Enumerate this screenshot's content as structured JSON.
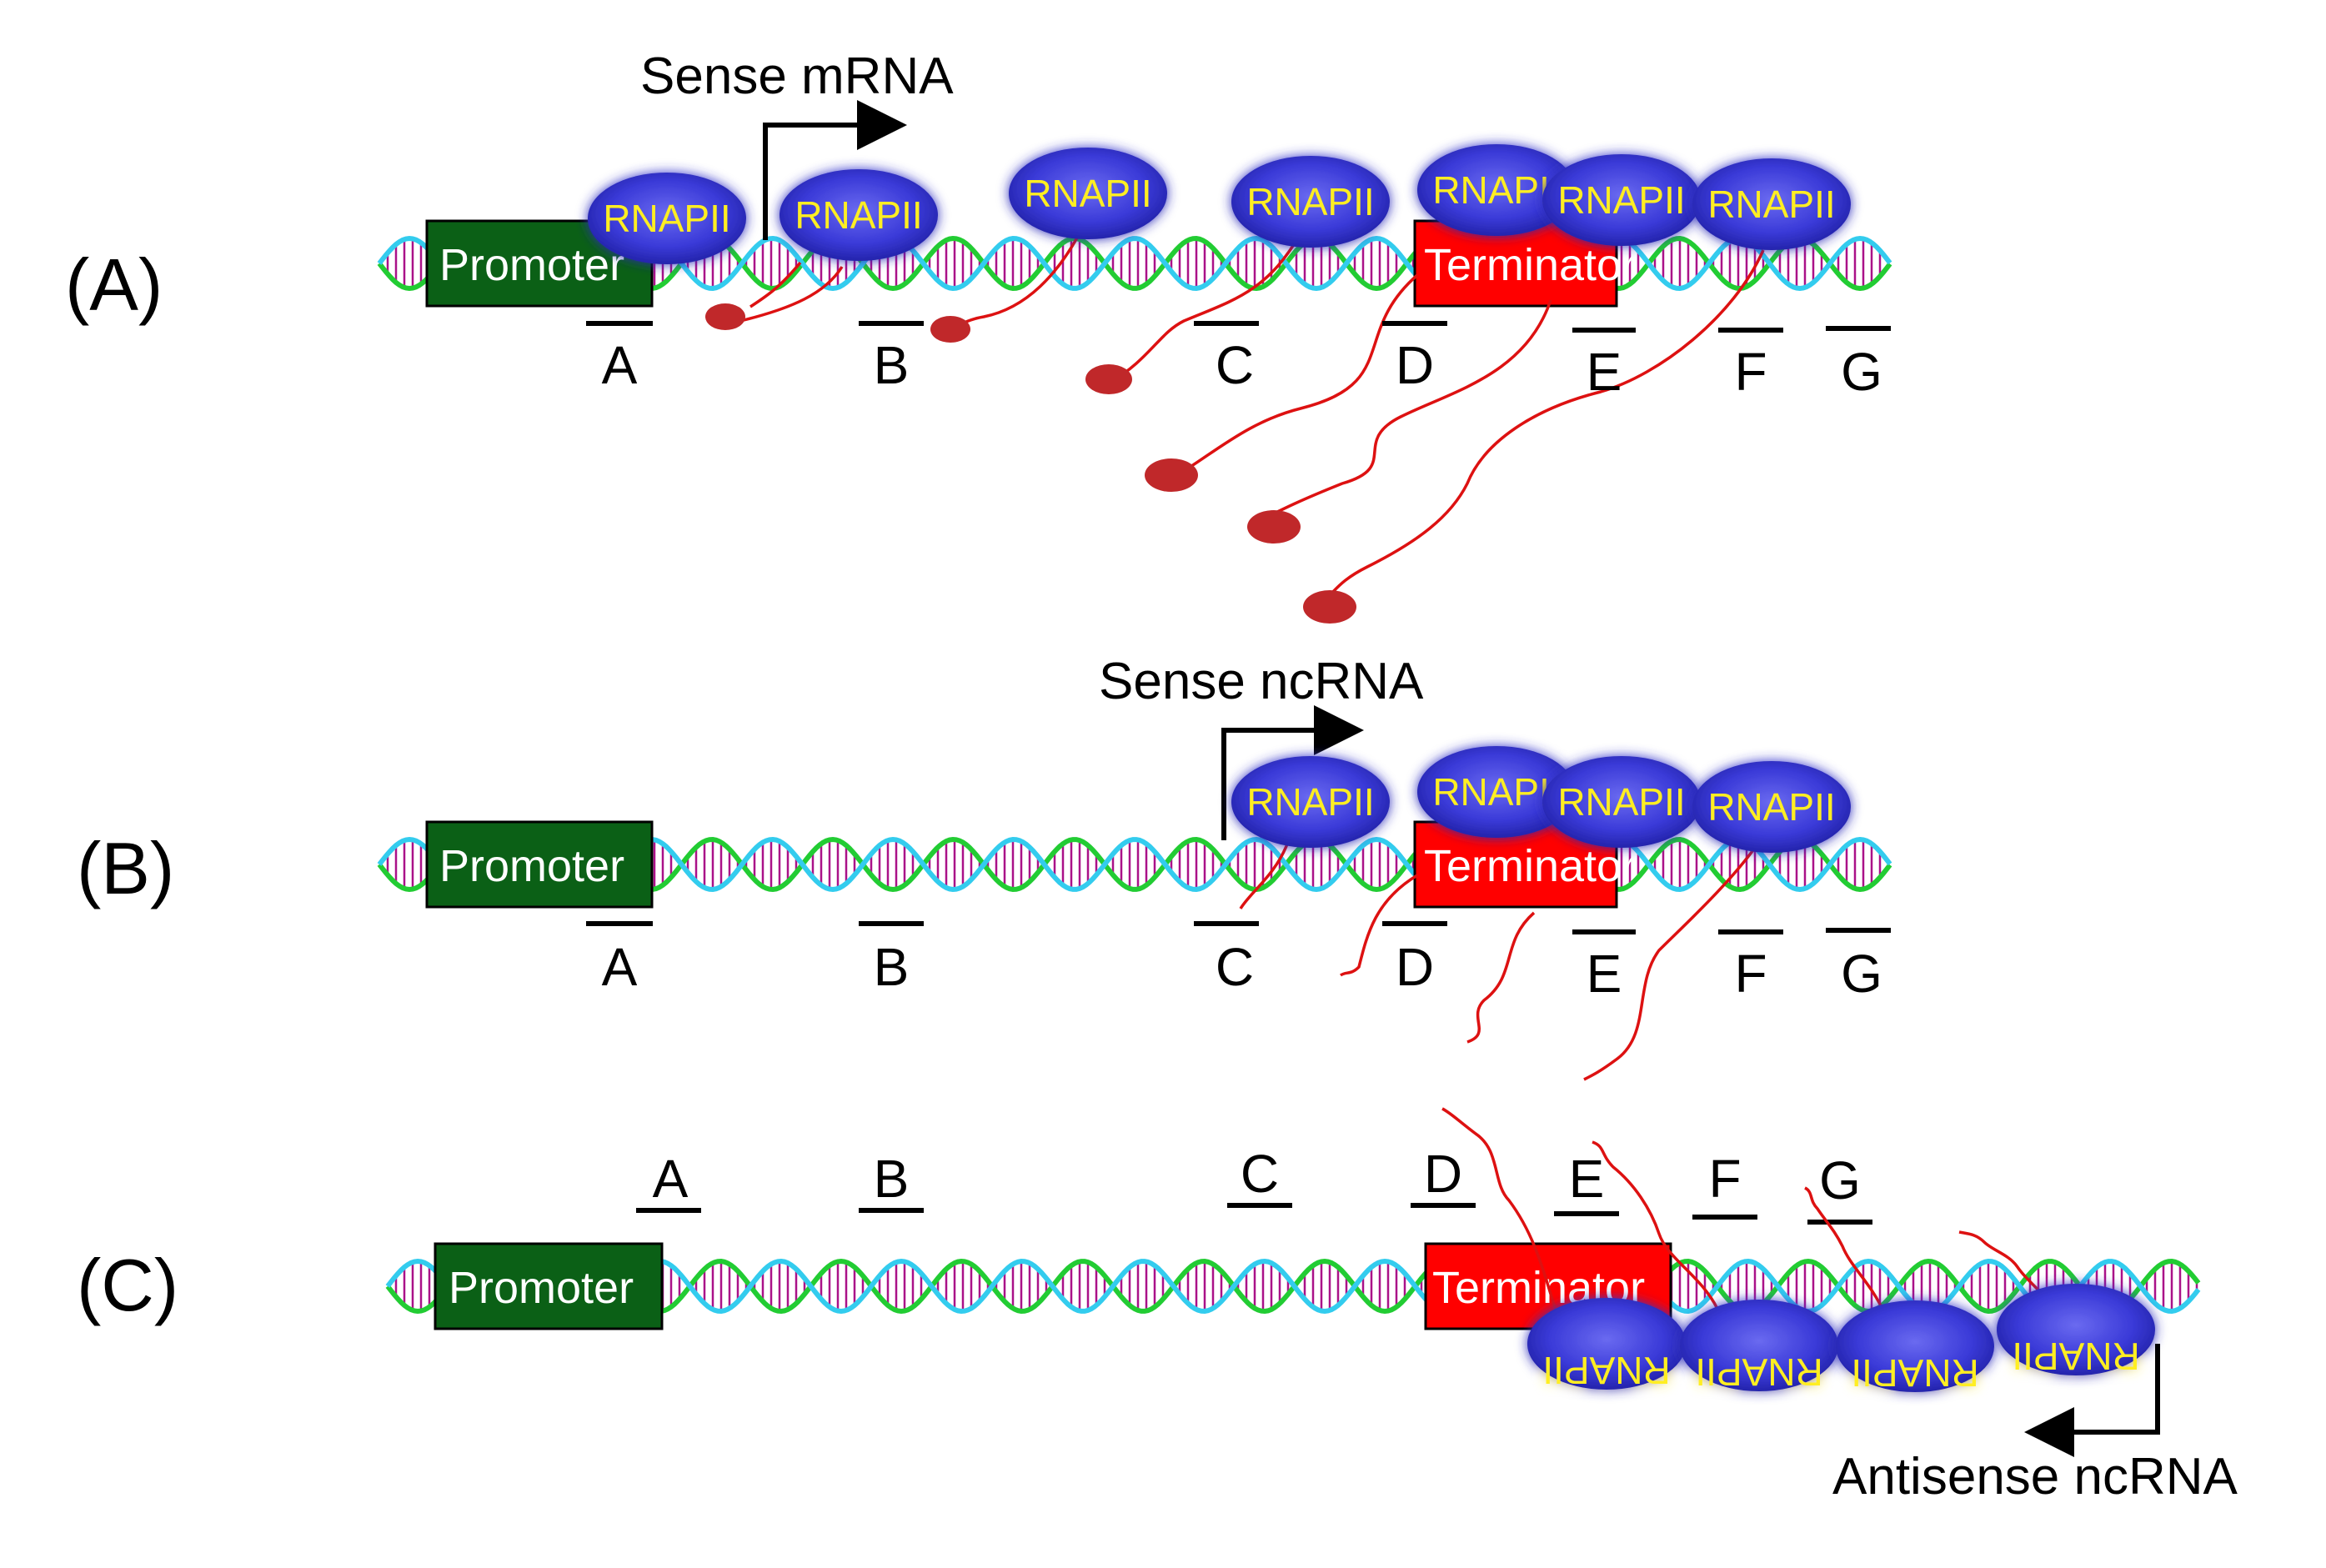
{
  "panels": [
    {
      "id": "A",
      "label": "(A)",
      "title": "Sense mRNA"
    },
    {
      "id": "B",
      "label": "(B)",
      "title": "Sense ncRNA"
    },
    {
      "id": "C",
      "label": "(C)",
      "title": "Antisense ncRNA"
    }
  ],
  "elements": {
    "promoter": "Promoter",
    "terminator": "Terminator",
    "polymerase": "RNAPII"
  },
  "positions": [
    "A",
    "B",
    "C",
    "D",
    "E",
    "F",
    "G"
  ],
  "colors": {
    "promoter": "#0b6016",
    "terminator": "#ff0000",
    "polymerase": "#3a3ad8",
    "polymerase_text": "#ffee22",
    "rna": "#dd1111",
    "cap": "#c0282a",
    "dna_strand_1": "#22cc33",
    "dna_strand_2": "#33ccee",
    "dna_rungs": "#aa1188"
  },
  "icons": [
    "promoter-box",
    "terminator-box",
    "rnapii-icon",
    "mrna-cap-icon",
    "dna-helix-icon",
    "transcription-start-arrow-icon"
  ]
}
